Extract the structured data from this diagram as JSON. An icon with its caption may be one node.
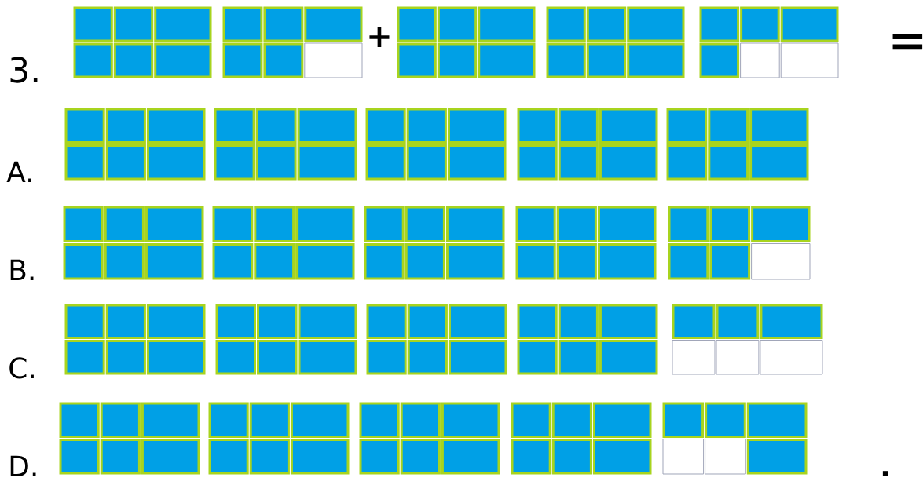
{
  "diagram": {
    "labels": [
      "3.",
      "+",
      "=",
      "A.",
      "B.",
      "C.",
      "D.",
      "."
    ]
  }
}
